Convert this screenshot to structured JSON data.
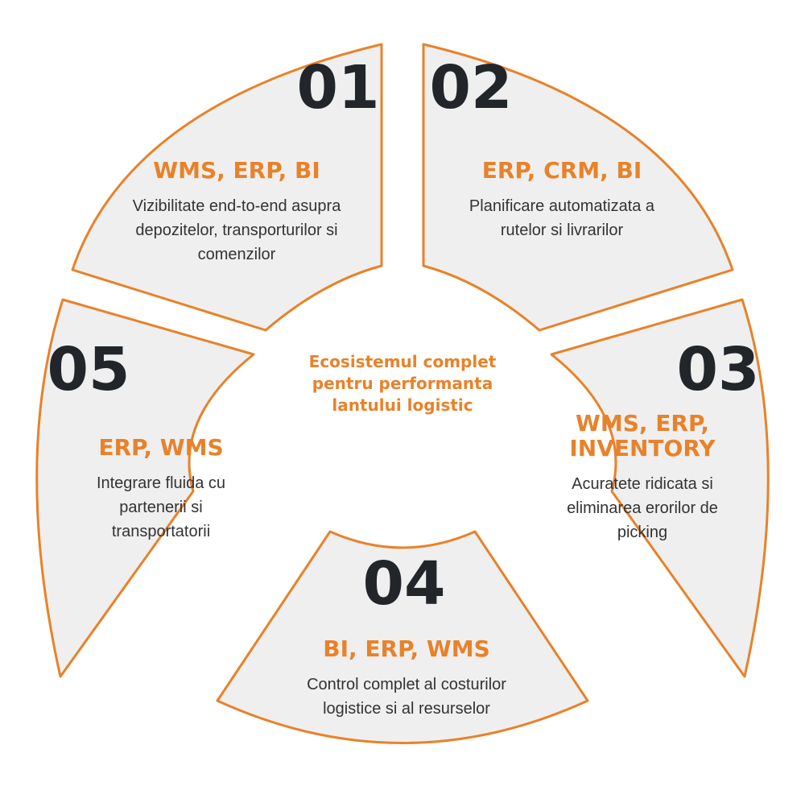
{
  "center": {
    "title": "Ecosistemul complet pentru performanta lantului logistic"
  },
  "segments": [
    {
      "number": "01",
      "tags": "WMS, ERP, BI",
      "description": "Vizibilitate end-to-end asupra depozitelor, transporturilor si comenzilor"
    },
    {
      "number": "02",
      "tags": "ERP, CRM, BI",
      "description": "Planificare automatizata a rutelor si livrarilor"
    },
    {
      "number": "03",
      "tags": "WMS, ERP, INVENTORY",
      "description": "Acuratete ridicata si eliminarea erorilor de picking"
    },
    {
      "number": "04",
      "tags": "BI, ERP, WMS",
      "description": "Control complet al costurilor logistice si al resurselor"
    },
    {
      "number": "05",
      "tags": "ERP, WMS",
      "description": "Integrare fluida cu partenerii si transportatorii"
    }
  ],
  "colors": {
    "accent": "#e8822a",
    "segment_fill": "#efefef",
    "number": "#22262b",
    "text": "#333333"
  }
}
